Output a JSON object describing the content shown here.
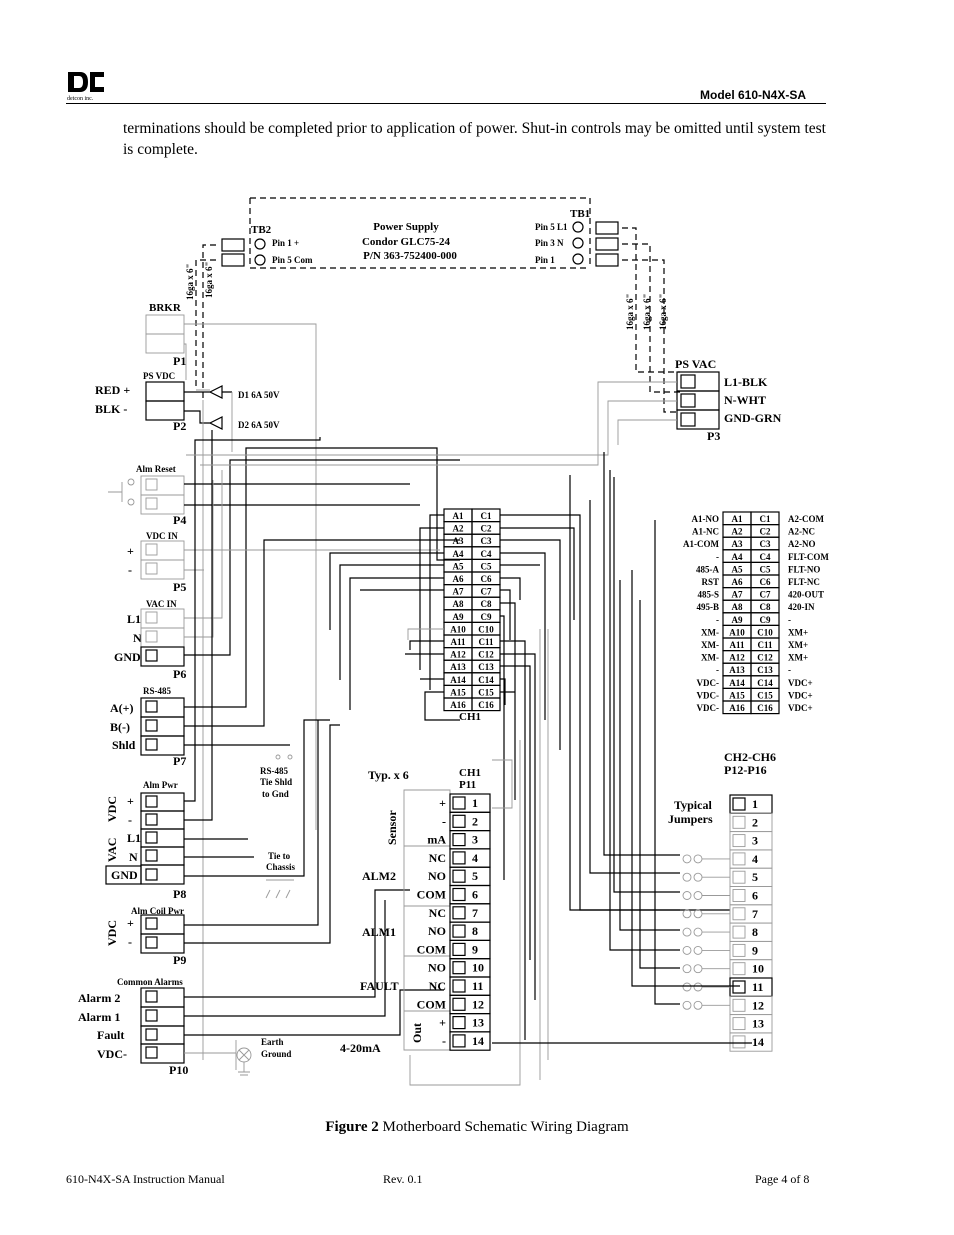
{
  "header": {
    "model": "Model 610-N4X-SA",
    "logo_text": "detcon inc."
  },
  "intro": "terminations should be completed prior to application of power.  Shut-in controls may be omitted until system test is complete.",
  "power_supply": {
    "lines": [
      "Power Supply",
      "Condor GLC75-24",
      "P/N 363-752400-000"
    ],
    "tb1": "TB1",
    "tb2": "TB2",
    "tb2_pins": [
      "Pin 1 +",
      "Pin 5 Com"
    ],
    "tb1_pins": [
      "Pin 5 L1",
      "Pin 3 N",
      "Pin 1"
    ],
    "wire_gauge_a": "16ga x 6\"",
    "wire_gauge_b": "16ga x 6\""
  },
  "left": {
    "brkr": "BRKR",
    "p1": "P1",
    "ps_vdc": "PS VDC",
    "red": "RED +",
    "blk": "BLK -",
    "p2": "P2",
    "d1": "D1 6A 50V",
    "d2": "D2 6A 50V",
    "alm_reset": "Alm Reset",
    "p4": "P4",
    "vdc_in": "VDC IN",
    "plus": "+",
    "minus": "-",
    "p5": "P5",
    "vac_in": "VAC IN",
    "l1": "L1",
    "n": "N",
    "gnd": "GND",
    "p6": "P6",
    "rs485": "RS-485",
    "a": "A(+)",
    "b": "B(-)",
    "shld": "Shld",
    "p7": "P7",
    "alm_pwr": "Alm Pwr",
    "vdc": "VDC",
    "vac": "VAC",
    "p8": "P8",
    "alm_coil_pwr": "Alm Coil Pwr",
    "p9": "P9",
    "common_alarms": "Common Alarms",
    "alarms": [
      "Alarm 2",
      "Alarm 1",
      "Fault",
      "VDC-"
    ],
    "p10": "P10"
  },
  "middle": {
    "rs485_tie": [
      "RS-485",
      "Tie Shld",
      "to Gnd"
    ],
    "tie_chassis": [
      "Tie to",
      "Chassis"
    ],
    "earth": [
      "Earth",
      "Ground"
    ],
    "ch1": "CH1",
    "typ": "Typ. x 6",
    "ch1_p11": [
      "CH1",
      "P11"
    ],
    "sensor": "Sensor",
    "alm2": "ALM2",
    "alm1": "ALM1",
    "fault": "FAULT",
    "out": "Out",
    "ma420": "4-20mA",
    "p11_labels": [
      "+",
      "-",
      "mA",
      "NC",
      "NO",
      "COM",
      "NC",
      "NO",
      "COM",
      "NO",
      "NC",
      "COM",
      "+",
      "-"
    ]
  },
  "connector_a": [
    "A1",
    "A2",
    "A3",
    "A4",
    "A5",
    "A6",
    "A7",
    "A8",
    "A9",
    "A10",
    "A11",
    "A12",
    "A13",
    "A14",
    "A15",
    "A16"
  ],
  "connector_c": [
    "C1",
    "C2",
    "C3",
    "C4",
    "C5",
    "C6",
    "C7",
    "C8",
    "C9",
    "C10",
    "C11",
    "C12",
    "C13",
    "C14",
    "C15",
    "C16"
  ],
  "right": {
    "ps_vac": "PS VAC",
    "p3": "P3",
    "p3_labels": [
      "L1-BLK",
      "N-WHT",
      "GND-GRN"
    ],
    "a_labels": [
      "A1-NO",
      "A1-NC",
      "A1-COM",
      "-",
      "485-A",
      "RST",
      "485-S",
      "495-B",
      "-",
      "XM-",
      "XM-",
      "XM-",
      "-",
      "VDC-",
      "VDC-",
      "VDC-"
    ],
    "c_labels": [
      "A2-COM",
      "A2-NC",
      "A2-NO",
      "FLT-COM",
      "FLT-NO",
      "FLT-NC",
      "420-OUT",
      "420-IN",
      "-",
      "XM+",
      "XM+",
      "XM+",
      "-",
      "VDC+",
      "VDC+",
      "VDC+"
    ],
    "ch2": [
      "CH2-CH6",
      "P12-P16"
    ],
    "jumpers": [
      "Typical",
      "Jumpers"
    ]
  },
  "caption": {
    "label": "Figure 2",
    "text": " Motherboard Schematic Wiring Diagram"
  },
  "footer": {
    "left": "610-N4X-SA Instruction Manual",
    "center": "Rev. 0.1",
    "right": "Page 4 of 8"
  }
}
